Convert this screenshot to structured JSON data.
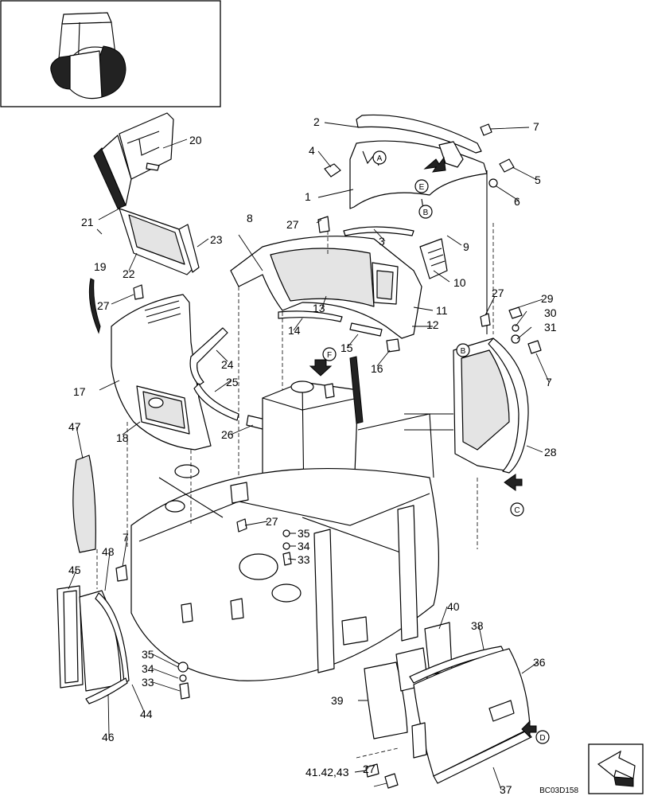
{
  "drawing_code": "BC03D158",
  "view_letters": [
    "A",
    "B",
    "E",
    "F",
    "B",
    "C",
    "D"
  ],
  "part_labels": [
    "1",
    "2",
    "3",
    "4",
    "5",
    "6",
    "7",
    "7",
    "7",
    "8",
    "9",
    "10",
    "11",
    "12",
    "13",
    "14",
    "15",
    "16",
    "17",
    "18",
    "19",
    "20",
    "21",
    "22",
    "23",
    "24",
    "25",
    "26",
    "27",
    "27",
    "27",
    "27",
    "27",
    "28",
    "29",
    "30",
    "31",
    "33",
    "33",
    "34",
    "34",
    "35",
    "35",
    "36",
    "37",
    "38",
    "39",
    "40",
    "41.42,43",
    "44",
    "45",
    "46",
    "47",
    "48"
  ]
}
